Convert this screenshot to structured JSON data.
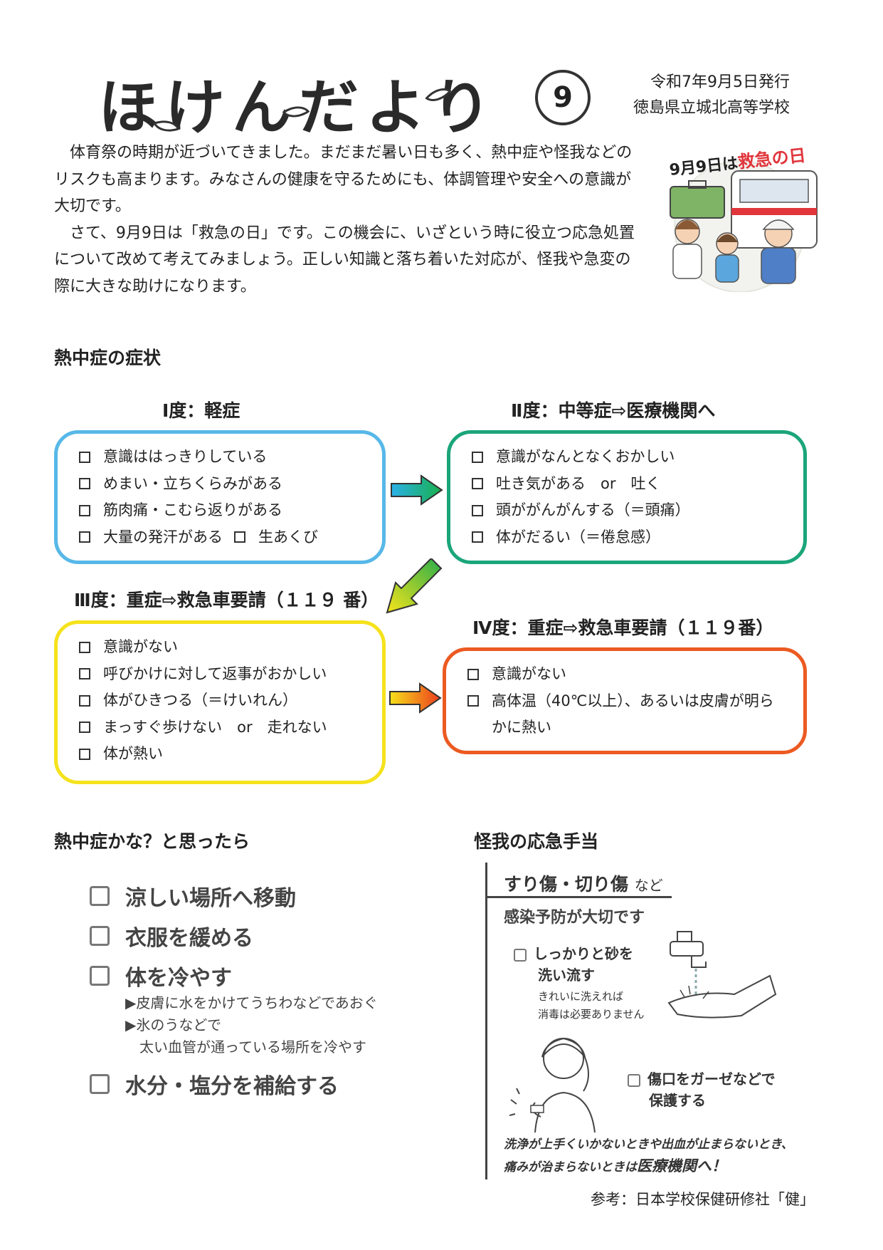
{
  "masthead": {
    "title": "ほけんだより",
    "issue_number": "9",
    "date": "令和7年9月5日発行",
    "school": "徳島県立城北高等学校"
  },
  "intro": {
    "paragraphs": [
      "体育祭の時期が近づいてきました。まだまだ暑い日も多く、熱中症や怪我などのリスクも高まります。みなさんの健康を守るためにも、体調管理や安全への意識が大切です。",
      "さて、9月9日は「救急の日」です。この機会に、いざという時に役立つ応急処置について改めて考えてみましょう。正しい知識と落ち着いた対応が、怪我や急変の際に大きな助けになります。"
    ]
  },
  "illustration": {
    "caption": "9月9日は",
    "caption_highlight": "救急の日",
    "highlight_color": "#e0363c"
  },
  "symptoms": {
    "heading": "熱中症の症状",
    "stage1": {
      "title": "Ⅰ度：軽症",
      "color": "#57b8e8",
      "items": [
        "意識ははっきりしている",
        "めまい・立ちくらみがある",
        "筋肉痛・こむら返りがある",
        "大量の発汗がある"
      ],
      "extra": "生あくび"
    },
    "stage2": {
      "title": "Ⅱ度：中等症⇨医療機関へ",
      "color": "#1ba57a",
      "items": [
        "意識がなんとなくおかしい",
        "吐き気がある　or　吐く",
        "頭ががんがんする（＝頭痛）",
        "体がだるい（＝倦怠感）"
      ]
    },
    "stage3": {
      "title": "Ⅲ度：重症⇨救急車要請（１１９ 番）",
      "color": "#f5e21c",
      "items": [
        "意識がない",
        "呼びかけに対して返事がおかしい",
        "体がひきつる（＝けいれん）",
        "まっすぐ歩けない　or　走れない",
        "体が熱い"
      ]
    },
    "stage4": {
      "title": "Ⅳ度：重症⇨救急車要請（１１９番）",
      "color": "#ec5a21",
      "items": [
        "意識がない",
        "高体温（40℃以上）、あるいは皮膚が明らかに熱い"
      ]
    }
  },
  "heatstroke_actions": {
    "heading": "熱中症かな？と思ったら",
    "items": [
      "涼しい場所へ移動",
      "衣服を緩める",
      "体を冷やす",
      "水分・塩分を補給する"
    ],
    "cooling_notes": [
      "▶皮膚に水をかけてうちわなどであおぐ",
      "▶氷のうなどで",
      "太い血管が通っている場所を冷やす"
    ]
  },
  "injury": {
    "heading": "怪我の応急手当",
    "title": "すり傷・切り傷",
    "title_suffix": "など",
    "subtitle": "感染予防が大切です",
    "check1_line1": "しっかりと砂を",
    "check1_line2": "洗い流す",
    "note_line1": "きれいに洗えれば",
    "note_line2": "消毒は必要ありません",
    "check2_line1": "傷口をガーゼなどで",
    "check2_line2": "保護する",
    "warning_line1": "洗浄が上手くいかないときや出血が止まらないとき、",
    "warning_line2_prefix": "痛みが治まらないときは",
    "warning_line2_strong": "医療機関へ！"
  },
  "source": "参考：日本学校保健研修社「健」"
}
